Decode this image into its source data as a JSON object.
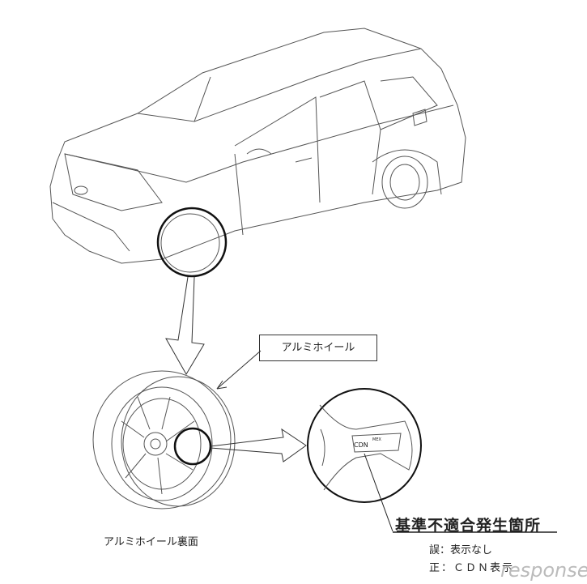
{
  "labels": {
    "callout": "アルミホイール",
    "wheel_back": "アルミホイール裏面",
    "nonconformity_title": "基準不適合発生箇所",
    "wrong": "誤：表示なし",
    "correct": "正：ＣＤＮ表示",
    "cdn_marking": "CDN",
    "mex_marking": "MEX"
  },
  "watermark": "response."
}
